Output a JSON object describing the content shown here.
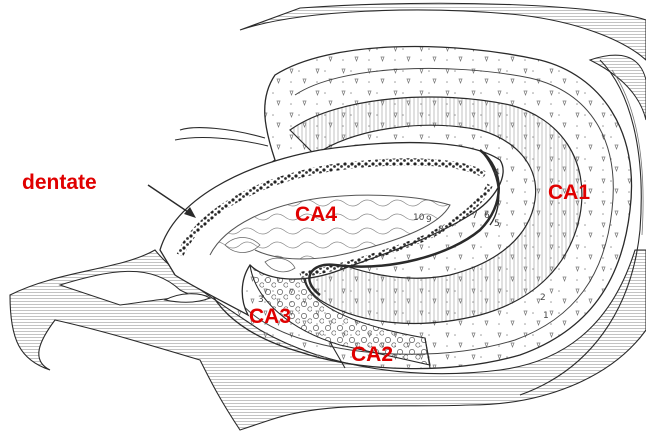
{
  "diagram": {
    "labels": {
      "dentate": "dentate",
      "ca1": "CA1",
      "ca2": "CA2",
      "ca3": "CA3",
      "ca4": "CA4"
    },
    "layer_numbers": [
      "10",
      "9",
      "8",
      "7",
      "6",
      "5",
      "4",
      "3",
      "2",
      "1"
    ],
    "colors": {
      "label": "#e00000",
      "ink": "#2a2a2a",
      "hatch": "#8a8a8a",
      "paper": "#ffffff"
    }
  }
}
